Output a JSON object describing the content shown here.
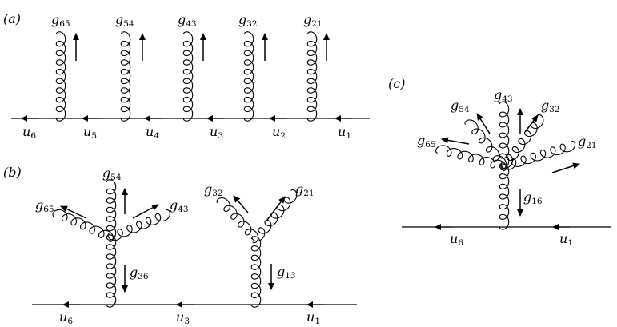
{
  "colors": {
    "ink": "#000000",
    "background": "#ffffff"
  },
  "panel_a": {
    "label": "(a)",
    "gluons": [
      {
        "id": "g65",
        "name": "g",
        "sub": "65"
      },
      {
        "id": "g54",
        "name": "g",
        "sub": "54"
      },
      {
        "id": "g43",
        "name": "g",
        "sub": "43"
      },
      {
        "id": "g32",
        "name": "g",
        "sub": "32"
      },
      {
        "id": "g21",
        "name": "g",
        "sub": "21"
      }
    ],
    "quarks": [
      {
        "id": "u6",
        "name": "u",
        "sub": "6"
      },
      {
        "id": "u5",
        "name": "u",
        "sub": "5"
      },
      {
        "id": "u4",
        "name": "u",
        "sub": "4"
      },
      {
        "id": "u3",
        "name": "u",
        "sub": "3"
      },
      {
        "id": "u2",
        "name": "u",
        "sub": "2"
      },
      {
        "id": "u1",
        "name": "u",
        "sub": "1"
      }
    ]
  },
  "panel_b": {
    "label": "(b)",
    "gluons": [
      {
        "id": "g65",
        "name": "g",
        "sub": "65"
      },
      {
        "id": "g54",
        "name": "g",
        "sub": "54"
      },
      {
        "id": "g43",
        "name": "g",
        "sub": "43"
      },
      {
        "id": "g36",
        "name": "g",
        "sub": "36"
      },
      {
        "id": "g32",
        "name": "g",
        "sub": "32"
      },
      {
        "id": "g21",
        "name": "g",
        "sub": "21"
      },
      {
        "id": "g13",
        "name": "g",
        "sub": "13"
      }
    ],
    "quarks": [
      {
        "id": "u6",
        "name": "u",
        "sub": "6"
      },
      {
        "id": "u3",
        "name": "u",
        "sub": "3"
      },
      {
        "id": "u1",
        "name": "u",
        "sub": "1"
      }
    ]
  },
  "panel_c": {
    "label": "(c)",
    "gluons": [
      {
        "id": "g43",
        "name": "g",
        "sub": "43"
      },
      {
        "id": "g54",
        "name": "g",
        "sub": "54"
      },
      {
        "id": "g32",
        "name": "g",
        "sub": "32"
      },
      {
        "id": "g65",
        "name": "g",
        "sub": "65"
      },
      {
        "id": "g21",
        "name": "g",
        "sub": "21"
      },
      {
        "id": "g16",
        "name": "g",
        "sub": "16"
      }
    ],
    "quarks": [
      {
        "id": "u6",
        "name": "u",
        "sub": "6"
      },
      {
        "id": "u1",
        "name": "u",
        "sub": "1"
      }
    ]
  }
}
